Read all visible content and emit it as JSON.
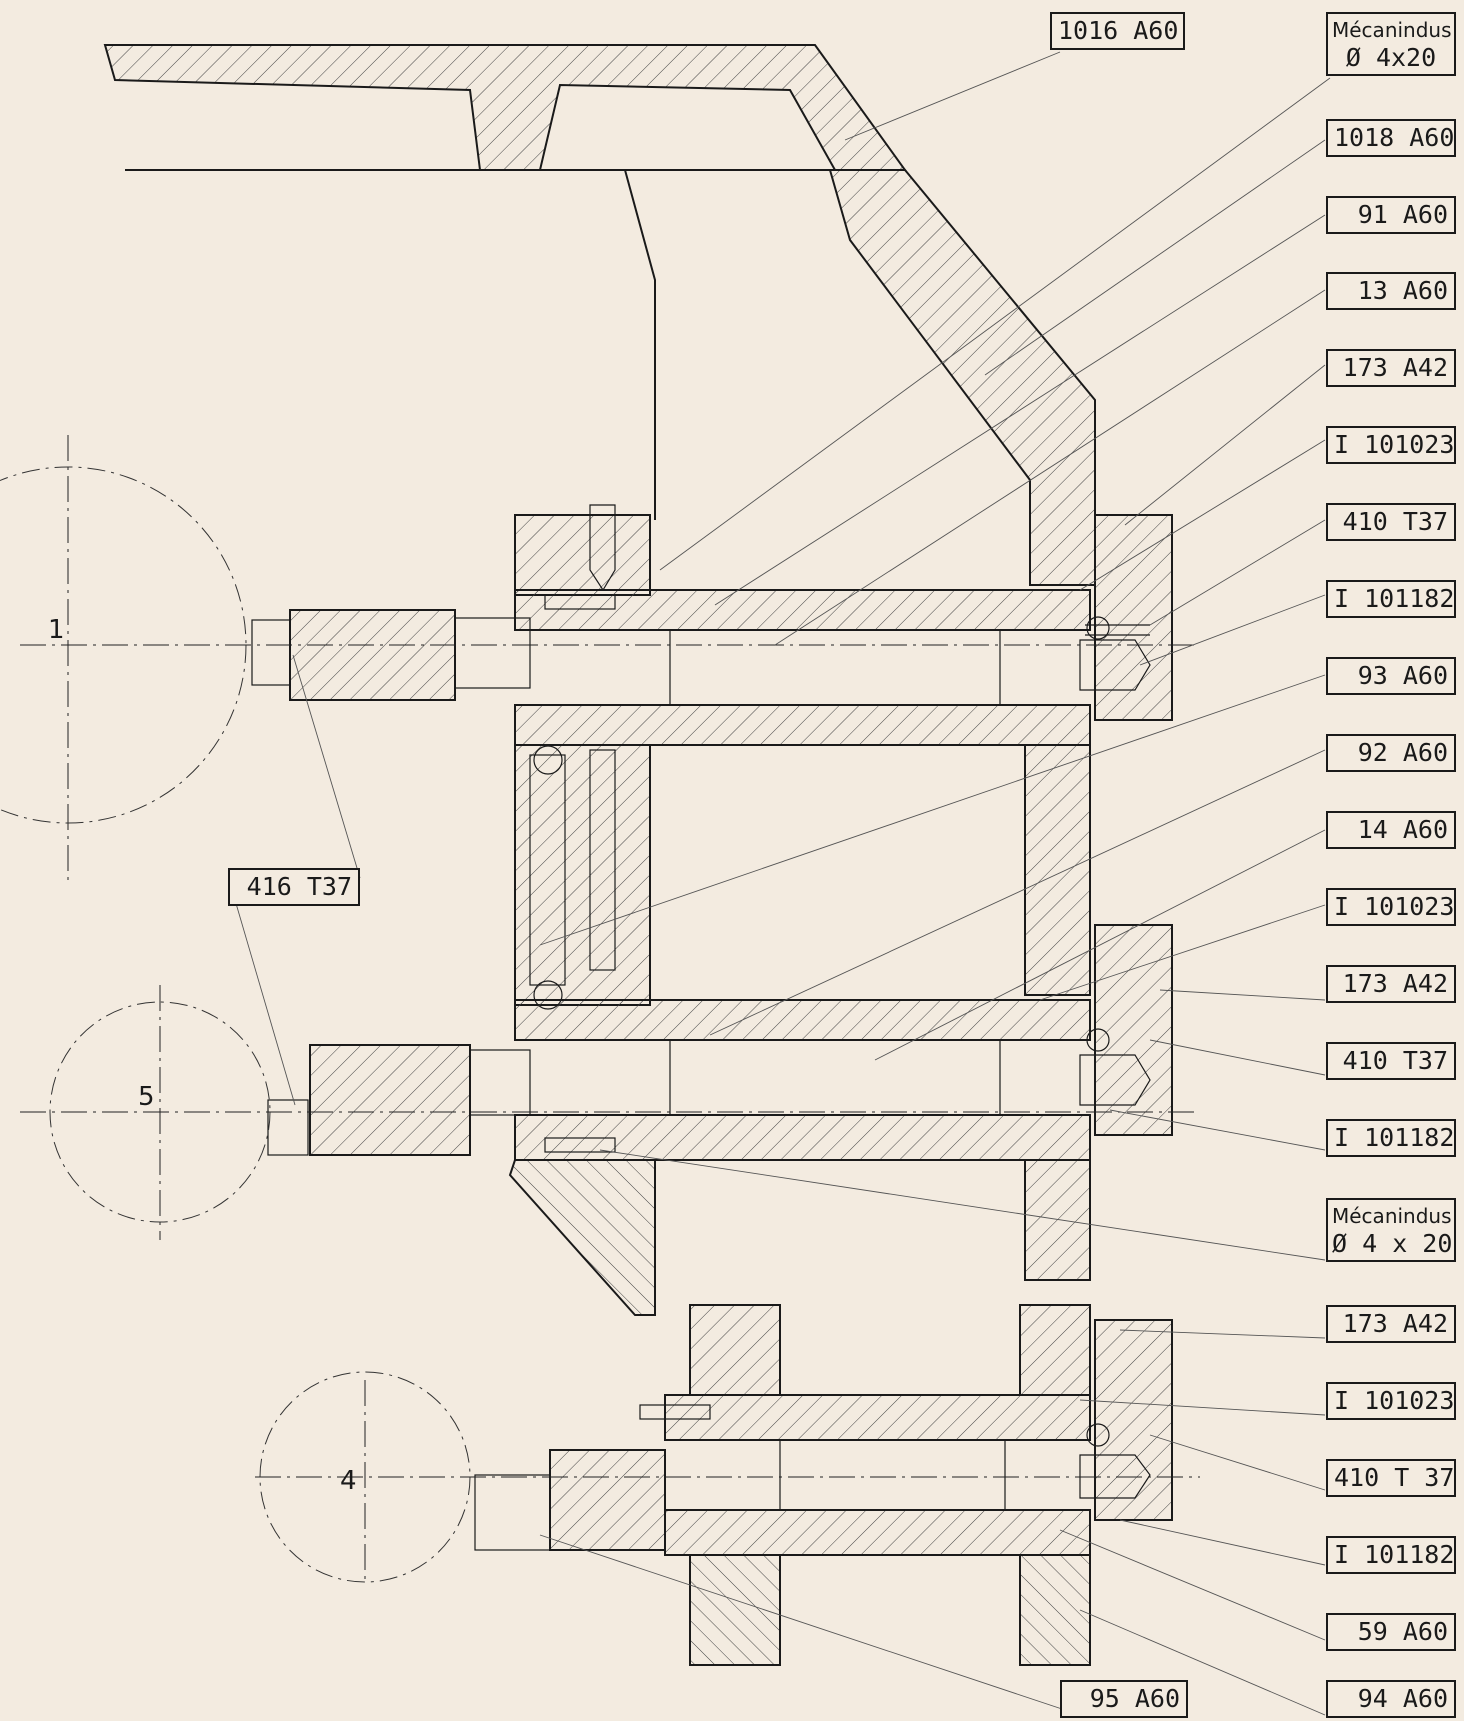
{
  "labels_right": [
    {
      "line1": "Mécanindus",
      "line2": "Ø 4x20"
    },
    {
      "text": "1018 A60"
    },
    {
      "text": "91 A60"
    },
    {
      "text": "13 A60"
    },
    {
      "text": "173 A42"
    },
    {
      "text": "I 101023"
    },
    {
      "text": "410 T37"
    },
    {
      "text": "I 101182"
    },
    {
      "text": "93 A60"
    },
    {
      "text": "92 A60"
    },
    {
      "text": "14 A60"
    },
    {
      "text": "I 101023"
    },
    {
      "text": "173 A42"
    },
    {
      "text": "410 T37"
    },
    {
      "text": "I 101182"
    },
    {
      "line1": "Mécanindus",
      "line2": "Ø 4 x 20"
    },
    {
      "text": "173 A42"
    },
    {
      "text": "I 101023"
    },
    {
      "text": "410 T 37"
    },
    {
      "text": "I 101182"
    },
    {
      "text": "59 A60"
    },
    {
      "text": "94 A60"
    }
  ],
  "label_top": "1016 A60",
  "label_left": "416 T37",
  "label_bottom": "95 A60",
  "view_numbers": [
    "1",
    "5",
    "4"
  ]
}
